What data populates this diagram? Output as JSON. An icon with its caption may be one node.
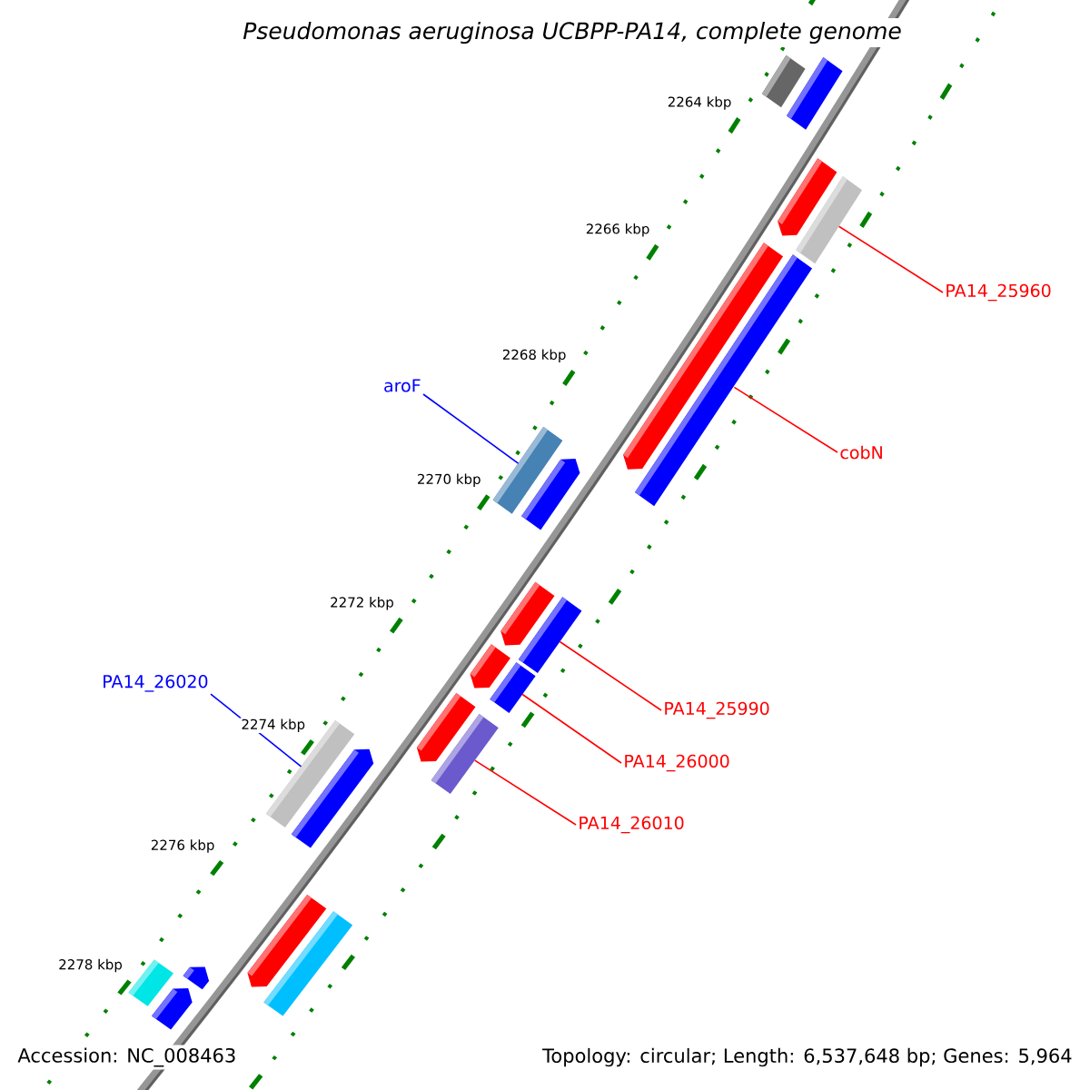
{
  "diagram": {
    "title": "Pseudomonas aeruginosa UCBPP-PA14, complete genome",
    "nodes": [
      {
        "text": [],
        "shape": "bar"
      },
      {
        "text": [],
        "shape": "bar"
      },
      {
        "text": [],
        "shape": "bar"
      },
      {
        "text": [
          "PA14_25960"
        ]
      },
      {
        "text": [],
        "shape": "bar"
      },
      {
        "text": [],
        "shape": "bar"
      },
      {
        "text": [
          "aroF"
        ]
      },
      {
        "text": [],
        "shape": "bar"
      },
      {
        "text": [
          "cobN"
        ]
      },
      {
        "text": [],
        "shape": "bar"
      },
      {
        "text": [],
        "shape": "bar"
      },
      {
        "text": [],
        "shape": "bar"
      },
      {
        "text": [
          "PA14_25990"
        ]
      },
      {
        "text": [],
        "shape": "bar"
      },
      {
        "text": [],
        "shape": "bar"
      },
      {
        "text": [
          "PA14_26000"
        ]
      },
      {
        "text": [],
        "shape": "bar"
      },
      {
        "text": [],
        "shape": "bar"
      },
      {
        "text": [
          "PA14_26010"
        ]
      },
      {
        "text": [],
        "shape": "bar"
      },
      {
        "text": [
          "PA14_26020"
        ]
      },
      {
        "text": [],
        "shape": "bar"
      },
      {
        "text": [],
        "shape": "bar"
      },
      {
        "text": [],
        "shape": "bar"
      },
      {
        "text": [],
        "shape": "bar"
      },
      {
        "text": [],
        "shape": "bar"
      },
      {
        "text": [],
        "shape": "bar"
      },
      {
        "text": [],
        "shape": "bar"
      }
    ],
    "edges": [
      {
        "from": 3,
        "to": 4,
        "arrow": "none"
      },
      {
        "from": 6,
        "to": 7,
        "arrow": "none",
        "color": "#0000ff"
      },
      {
        "from": 8,
        "to": 9,
        "arrow": "none"
      },
      {
        "from": 12,
        "to": 13,
        "arrow": "none"
      },
      {
        "from": 15,
        "to": 16,
        "arrow": "none"
      },
      {
        "from": 18,
        "to": 19,
        "arrow": "none"
      },
      {
        "from": 20,
        "to": 21,
        "arrow": "none",
        "color": "#0000ff"
      }
    ],
    "labels": [
      "2264 kbp",
      "2266 kbp",
      "2268 kbp",
      "2270 kbp",
      "2272 kbp",
      "2274 kbp",
      "2276 kbp",
      "2278 kbp",
      "Accession: NC_008463",
      "Topology: circular; Length: 6,537,648 bp; Genes: 5,964"
    ]
  }
}
